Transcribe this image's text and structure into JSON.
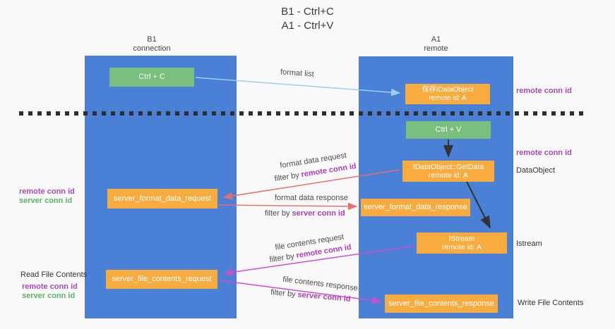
{
  "title": {
    "line1": "B1 - Ctrl+C",
    "line2": "A1 - Ctrl+V"
  },
  "lanes": {
    "left": {
      "name": "B1",
      "subtitle": "connection"
    },
    "right": {
      "name": "A1",
      "subtitle": "remote"
    }
  },
  "nodes": {
    "ctrl_c": "Ctrl + C",
    "ctrl_v": "Ctrl + V",
    "save_idataobject": {
      "line1": "保存IDataObject",
      "line2": "remote id: A"
    },
    "idataobject_getdata": {
      "line1": "IDataObject::GetData",
      "line2": "remote id: A"
    },
    "istream": {
      "line1": "IStream",
      "line2": "remote id: A"
    },
    "server_format_data_request": "server_format_data_request",
    "server_format_data_response": "server_format_data_response",
    "server_file_contents_request": "server_file_contents_request",
    "server_file_contents_response": "server_file_contents_response"
  },
  "edge_labels": {
    "format_list": "format list",
    "format_data_request": "format data request",
    "format_data_response": "format data response",
    "file_contents_request": "file contents request",
    "file_contents_response": "file contents response",
    "filter_by": "filter by",
    "remote_conn_id": "remote conn id",
    "server_conn_id": "server conn id"
  },
  "side_labels": {
    "remote_conn_id": "remote conn id",
    "server_conn_id": "server conn id",
    "dataobject": "DataObject",
    "istream": "Istream",
    "read_file_contents": "Read File Contents",
    "write_file_contents": "Write File Contents"
  },
  "colors": {
    "lane_blue": "#4a80d5",
    "node_green": "#79bf7e",
    "node_orange": "#f8ac40",
    "arrow_blue": "#9fcdee",
    "arrow_red": "#e57070",
    "arrow_magenta": "#ca4fca",
    "arrow_black": "#333333",
    "text_purple": "#a94ab8",
    "text_green": "#5bb563"
  }
}
